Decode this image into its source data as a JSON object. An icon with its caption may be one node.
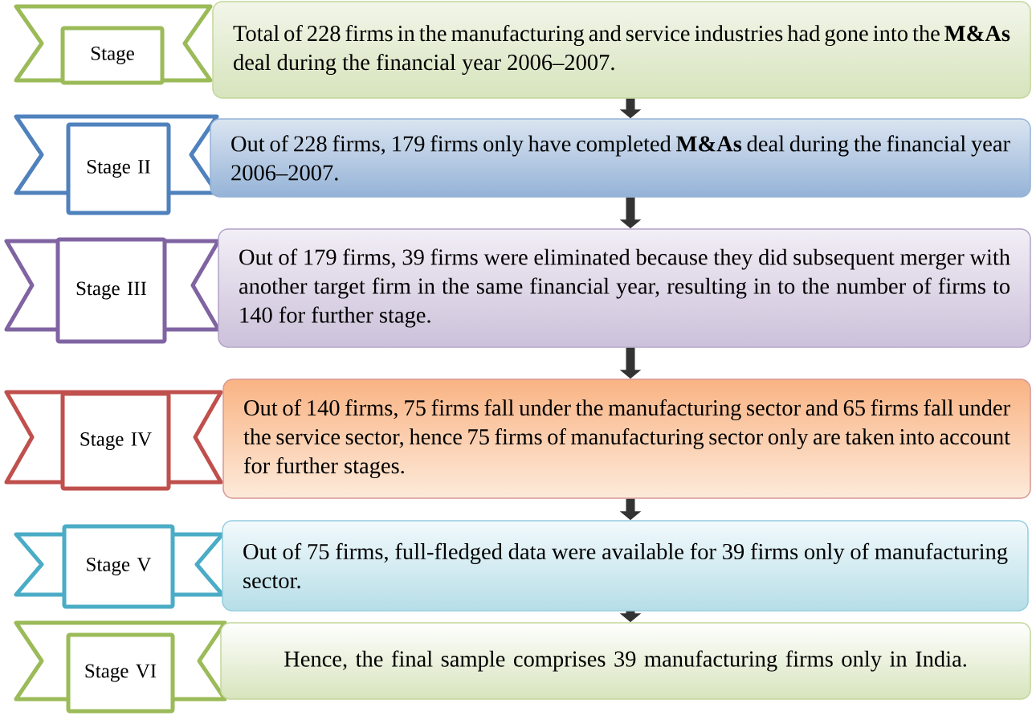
{
  "diagram": {
    "nodes": [
      {
        "text": [
          "Stage"
        ]
      },
      {
        "text": [
          "Total of 228 firms in the manufacturing and service industries had gone into the **M&As** deal during the financial year 2006–2007."
        ]
      },
      {
        "text": [
          "Stage II"
        ]
      },
      {
        "text": [
          "Out of 228 firms, 179 firms only have completed **M&As** deal during the financial year 2006–2007."
        ]
      },
      {
        "text": [
          "Stage III"
        ]
      },
      {
        "text": [
          "Out of 179 firms, 39 firms were eliminated because they did subsequent merger with another target firm in the same financial year, resulting in to the number of firms to 140 for further stage."
        ]
      },
      {
        "text": [
          "Stage IV"
        ]
      },
      {
        "text": [
          "Out of 140 firms, 75 firms fall under the manufacturing sector and 65 firms fall under the service sector, hence 75 firms of manufacturing sector only are taken into account for further stages."
        ]
      },
      {
        "text": [
          "Stage V"
        ]
      },
      {
        "text": [
          "Out of 75 firms, full-fledged data were available for 39 firms only of manufacturing sector."
        ]
      },
      {
        "text": [
          "Stage VI"
        ]
      },
      {
        "text": [
          "Hence, the final sample comprises 39 manufacturing firms only in India."
        ]
      }
    ],
    "edges": [
      {
        "from": 1,
        "to": 3,
        "arrow": "to"
      },
      {
        "from": 3,
        "to": 5,
        "arrow": "to"
      },
      {
        "from": 5,
        "to": 7,
        "arrow": "to"
      },
      {
        "from": 7,
        "to": 9,
        "arrow": "to"
      },
      {
        "from": 9,
        "to": 11,
        "arrow": "to"
      }
    ]
  }
}
